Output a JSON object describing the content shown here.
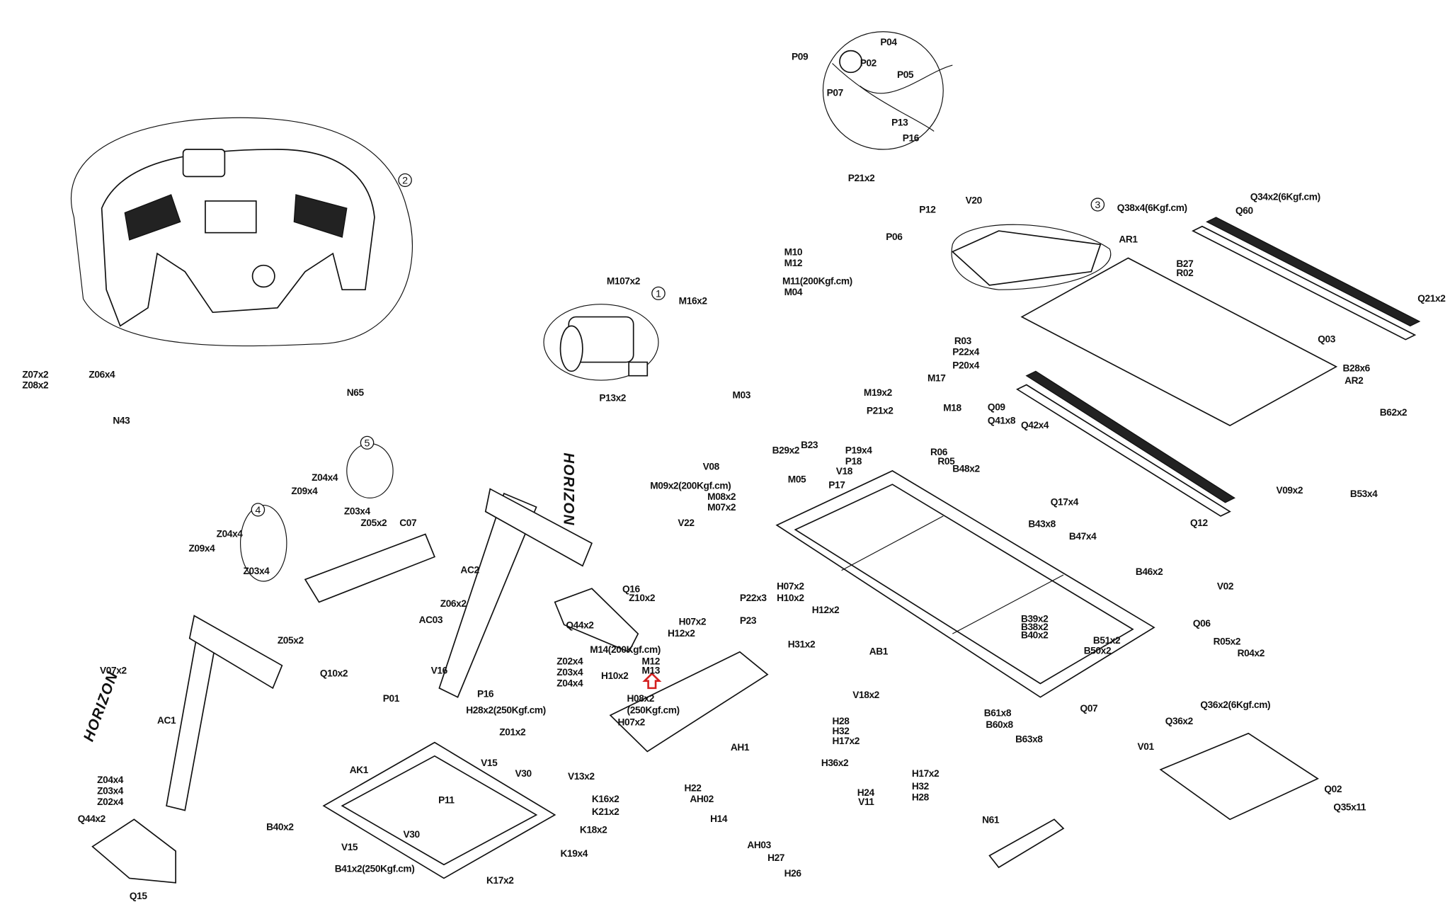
{
  "brand_text": [
    "HORIZON",
    "HORIZON"
  ],
  "callouts": [
    "1",
    "2",
    "3",
    "4",
    "5"
  ],
  "labels": [
    "P04",
    "P09",
    "P02",
    "P05",
    "P07",
    "P13",
    "P16",
    "P21x2",
    "P12",
    "P06",
    "V20",
    "Q38x4(6Kgf.cm)",
    "Q34x2(6Kgf.cm)",
    "Q60",
    "AR1",
    "B27",
    "R02",
    "Q21x2",
    "Q03",
    "R03",
    "P22x4",
    "P20x4",
    "B28x6",
    "AR2",
    "B62x2",
    "Q09",
    "Q41x8",
    "Q42x4",
    "Q17x4",
    "V09x2",
    "B53x4",
    "Q12",
    "Z07x2",
    "Z08x2",
    "Z06x4",
    "N65",
    "N43",
    "M107x2",
    "M10",
    "M12",
    "M11(200Kgf.cm)",
    "M04",
    "M16x2",
    "P13x2",
    "M03",
    "P21x2",
    "M19x2",
    "M17",
    "M18",
    "B29x2",
    "B23",
    "V08",
    "M05",
    "M09x2(200Kgf.cm)",
    "M08x2",
    "M07x2",
    "V22",
    "P19x4",
    "P18",
    "V18",
    "P17",
    "R06",
    "R05",
    "B48x2",
    "B43x8",
    "B47x4",
    "B46x2",
    "V02",
    "Q06",
    "R05x2",
    "R04x2",
    "Q36x2(6Kgf.cm)",
    "Q36x2",
    "V01",
    "Q07",
    "B39x2",
    "B38x2",
    "B40x2",
    "B51x2",
    "B50x2",
    "AB1",
    "V18x2",
    "B61x8",
    "B60x8",
    "B63x8",
    "Q02",
    "Q35x11",
    "N61",
    "Z04x4",
    "Z09x4",
    "Z03x4",
    "Z05x2",
    "C07",
    "Z04x4",
    "Z09x4",
    "Z03x4",
    "AC2",
    "Q16",
    "Z10x2",
    "Q44x2",
    "P22x3",
    "P23",
    "H07x2",
    "H10x2",
    "H12x2",
    "H07x2",
    "H12x2",
    "H31x2",
    "M14(200Kgf.cm)",
    "M12",
    "M13",
    "H10x2",
    "H08x2",
    "(250Kgf.cm)",
    "H07x2",
    "AH1",
    "Z06x2",
    "AC03",
    "Z05x2",
    "Q10x2",
    "V07x2",
    "AC1",
    "P01",
    "V16",
    "P16",
    "Z02x4",
    "Z03x4",
    "Z04x4",
    "H28x2(250Kgf.cm)",
    "Z01x2",
    "V15",
    "V30",
    "V13x2",
    "AK1",
    "P11",
    "K16x2",
    "K21x2",
    "K18x2",
    "K19x4",
    "K17x2",
    "B40x2",
    "V15",
    "V30",
    "B41x2(250Kgf.cm)",
    "Q44x2",
    "Q15",
    "Z04x4",
    "Z03x4",
    "Z02x4",
    "H28",
    "H32",
    "H17x2",
    "H36x2",
    "H22",
    "AH02",
    "H14",
    "H24",
    "V11",
    "H17x2",
    "H32",
    "H28",
    "AH03",
    "H27",
    "H26"
  ],
  "colors": {
    "line": "#111111",
    "highlight_arrow": "#d42020"
  }
}
